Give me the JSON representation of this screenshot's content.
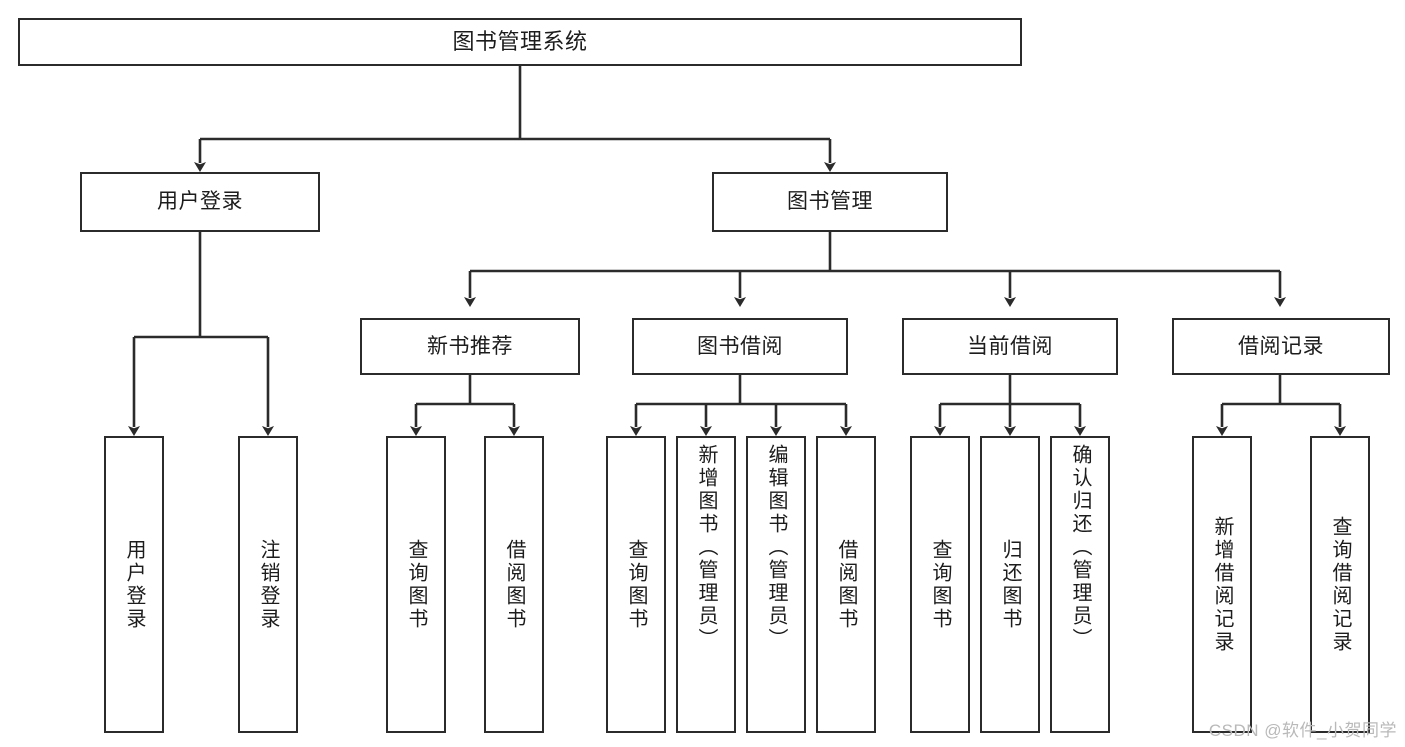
{
  "diagram": {
    "title": "图书管理系统",
    "type": "tree-hierarchy-diagram",
    "background_color": "#ffffff",
    "line_color": "#2b2b2b",
    "text_color": "#1c1c1c"
  },
  "root": {
    "label": "图书管理系统"
  },
  "level1": [
    {
      "label": "用户登录"
    },
    {
      "label": "图书管理"
    }
  ],
  "level2": [
    {
      "label": "新书推荐"
    },
    {
      "label": "图书借阅"
    },
    {
      "label": "当前借阅"
    },
    {
      "label": "借阅记录"
    }
  ],
  "leaves": {
    "user_login": [
      {
        "label": "用户登录"
      },
      {
        "label": "注销登录"
      }
    ],
    "new_book_recommend": [
      {
        "label": "查询图书"
      },
      {
        "label": "借阅图书"
      }
    ],
    "book_borrow": [
      {
        "label": "查询图书"
      },
      {
        "label": "新增图书（管理员）"
      },
      {
        "label": "编辑图书（管理员）"
      },
      {
        "label": "借阅图书"
      }
    ],
    "current_borrow": [
      {
        "label": "查询图书"
      },
      {
        "label": "归还图书"
      },
      {
        "label": "确认归还（管理员）"
      }
    ],
    "borrow_record": [
      {
        "label": "新增借阅记录"
      },
      {
        "label": "查询借阅记录"
      }
    ]
  },
  "watermark": {
    "text": "CSDN @软件_小贺同学"
  }
}
